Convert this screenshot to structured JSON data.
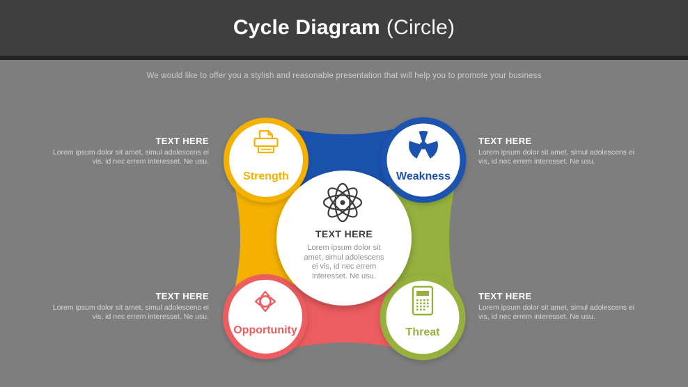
{
  "slide": {
    "title_main": "Cycle Diagram",
    "title_accent": "(Circle)",
    "subtitle": "We would like to offer you a stylish and reasonable presentation that will help you to promote your business"
  },
  "colors": {
    "yellow": "#F5B100",
    "blue": "#1B52AE",
    "red": "#ED5C5F",
    "green": "#96B13D",
    "header_bg": "#3F3F3F",
    "header_strip": "#232323",
    "body_bg": "#7E7E7E",
    "center_icon_color": "#3C3C3C"
  },
  "nodes": [
    {
      "id": "strength",
      "label": "Strength",
      "color": "#F5B100",
      "icon": "printer-icon"
    },
    {
      "id": "weakness",
      "label": "Weakness",
      "color": "#1B52AE",
      "icon": "radiation-icon"
    },
    {
      "id": "opportunity",
      "label": "Opportunity",
      "color": "#ED5C5F",
      "icon": "move-icon"
    },
    {
      "id": "threat",
      "label": "Threat",
      "color": "#96B13D",
      "icon": "calculator-icon"
    }
  ],
  "center": {
    "icon": "atom-icon",
    "heading": "TEXT HERE",
    "lines": [
      "Lorem ipsum dolor sit",
      "amet, simul adolescens",
      "ei vis, id nec errem",
      "interesset. Ne usu."
    ]
  },
  "side_blocks": [
    {
      "position": "top-left",
      "heading": "TEXT HERE",
      "lines": [
        "Lorem ipsum dolor sit amet, simul adolescens ei",
        "vis, id nec errem interesset. Ne usu."
      ]
    },
    {
      "position": "top-right",
      "heading": "TEXT HERE",
      "lines": [
        "Lorem ipsum dolor sit amet, simul adolescens ei",
        "vis, id nec errem interesset. Ne usu."
      ]
    },
    {
      "position": "bottom-left",
      "heading": "TEXT HERE",
      "lines": [
        "Lorem ipsum dolor sit amet, simul adolescens ei",
        "vis, id nec errem interesset. Ne usu."
      ]
    },
    {
      "position": "bottom-right",
      "heading": "TEXT HERE",
      "lines": [
        "Lorem ipsum dolor sit amet, simul adolescens ei",
        "vis, id nec errem interesset. Ne usu."
      ]
    }
  ]
}
